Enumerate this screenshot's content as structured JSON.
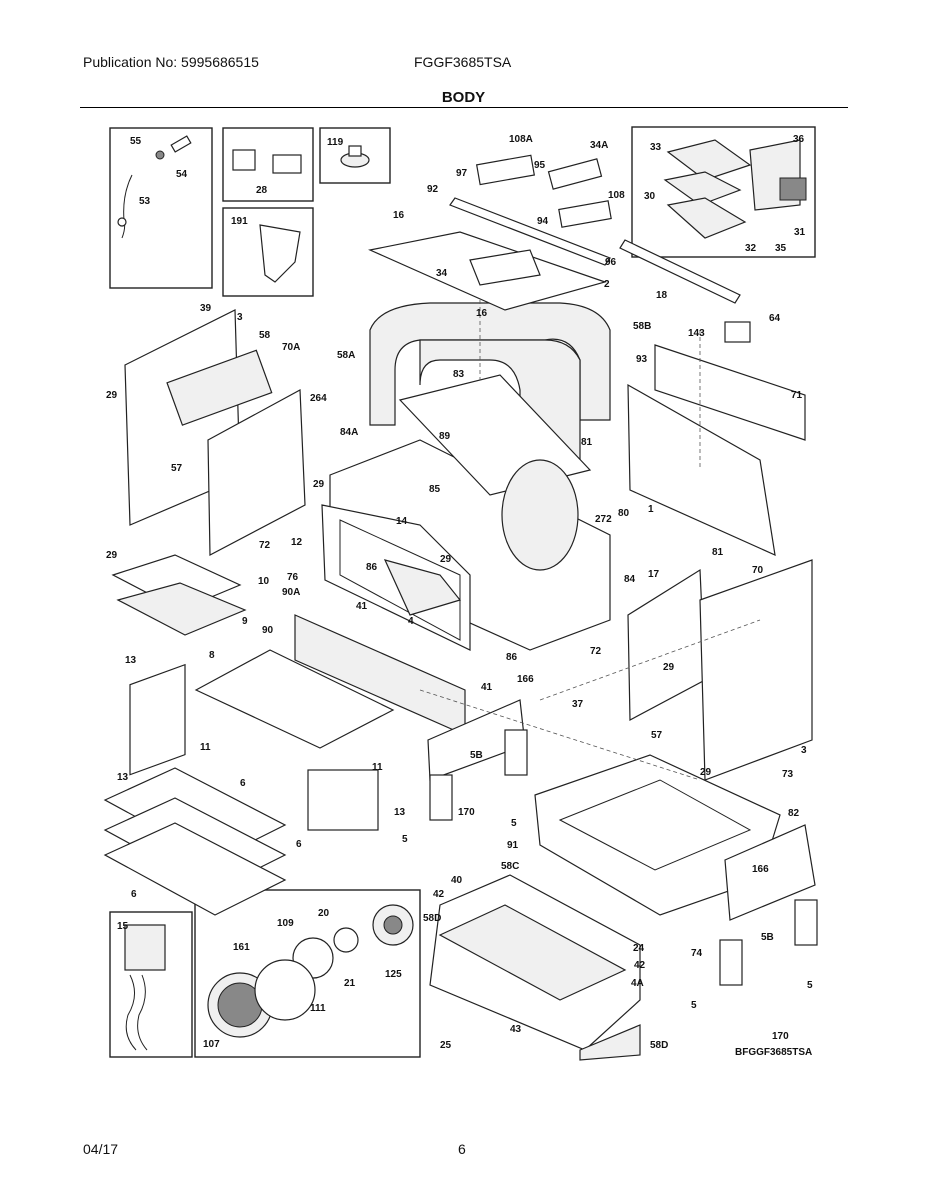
{
  "header": {
    "publication": "Publication No: 5995686515",
    "model": "FGGF3685TSA",
    "section_title": "BODY"
  },
  "footer": {
    "date": "04/17",
    "page": "6"
  },
  "diagram_ref": "BFGGF3685TSA",
  "callouts": {
    "c55": "55",
    "c54": "54",
    "c53": "53",
    "c28": "28",
    "c119": "119",
    "c191": "191",
    "c108A": "108A",
    "c97": "97",
    "c95": "95",
    "c92": "92",
    "c94": "94",
    "c108": "108",
    "c96": "96",
    "c34A": "34A",
    "c33": "33",
    "c36": "36",
    "c30": "30",
    "c31": "31",
    "c32": "32",
    "c35": "35",
    "c16a": "16",
    "c16b": "16",
    "c34": "34",
    "c18": "18",
    "c2": "2",
    "c58B": "58B",
    "c58A": "58A",
    "c39": "39",
    "c3a": "3",
    "c58": "58",
    "c70A": "70A",
    "c29a": "29",
    "c57a": "57",
    "c72a": "72",
    "c29b": "29",
    "c264": "264",
    "c84A": "84A",
    "c83": "83",
    "c89": "89",
    "c85": "85",
    "c29c": "29",
    "c14": "14",
    "c12": "12",
    "c143": "143",
    "c64": "64",
    "c93": "93",
    "c71": "71",
    "c81a": "81",
    "c80": "80",
    "c272": "272",
    "c1": "1",
    "c81b": "81",
    "c17": "17",
    "c10": "10",
    "c76": "76",
    "c90A": "90A",
    "c86a": "86",
    "c41a": "41",
    "c29d": "29",
    "c4": "4",
    "c84": "84",
    "c9": "9",
    "c90": "90",
    "c70": "70",
    "c72b": "72",
    "c29e": "29",
    "c86b": "86",
    "c41b": "41",
    "c13a": "13",
    "c8": "8",
    "c166a": "166",
    "c37": "37",
    "c11a": "11",
    "c13b": "13",
    "c5Ba": "5B",
    "c57b": "57",
    "c3b": "3",
    "c29f": "29",
    "c73": "73",
    "c6a": "6",
    "c11b": "11",
    "c5a": "5",
    "c5b": "5",
    "c170a": "170",
    "c13c": "13",
    "c82": "82",
    "c6b": "6",
    "c91": "91",
    "c58C": "58C",
    "c6c": "6",
    "c166b": "166",
    "c40": "40",
    "c42a": "42",
    "c58Da": "58D",
    "c24": "24",
    "c42b": "42",
    "c4A": "4A",
    "c74": "74",
    "c5Bb": "5B",
    "c5c": "5",
    "c5d": "5",
    "c170b": "170",
    "c15": "15",
    "c109": "109",
    "c20": "20",
    "c161": "161",
    "c21": "21",
    "c125": "125",
    "c111": "111",
    "c107": "107",
    "c43": "43",
    "c25": "25",
    "c58Db": "58D"
  }
}
